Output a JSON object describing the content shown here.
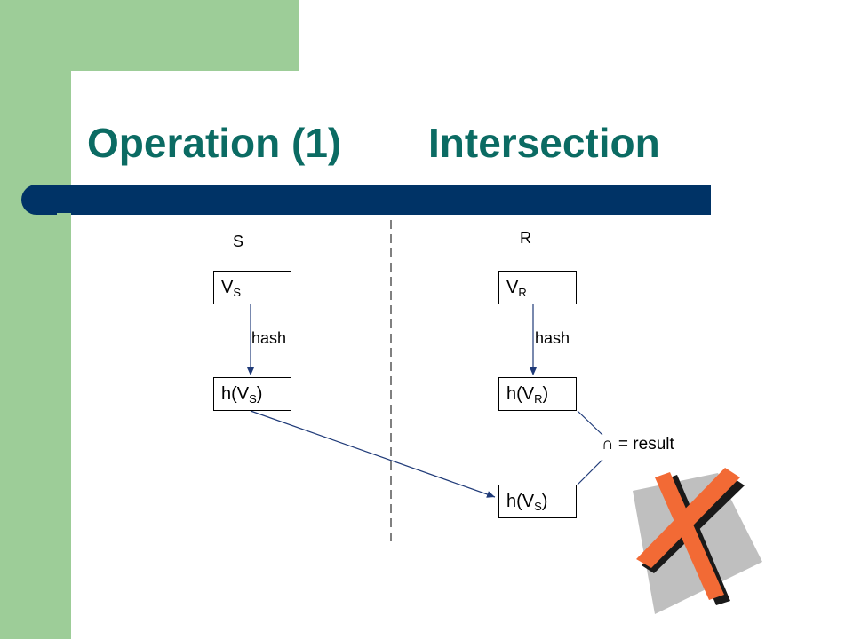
{
  "slide": {
    "title_left": "Operation (1)",
    "title_right": "Intersection"
  },
  "diagram": {
    "label_s": "S",
    "label_r": "R",
    "vs_box": {
      "main": "V",
      "sub": "S"
    },
    "vr_box": {
      "main": "V",
      "sub": "R"
    },
    "hash_left": "hash",
    "hash_right": "hash",
    "h_vs_left": {
      "prefix": "h(V",
      "sub": "S",
      "suffix": ")"
    },
    "h_vr": {
      "prefix": "h(V",
      "sub": "R",
      "suffix": ")"
    },
    "h_vs_right": {
      "prefix": "h(V",
      "sub": "S",
      "suffix": ")"
    },
    "intersect_label": "∩ = result"
  },
  "colors": {
    "title": "#0b6b63",
    "title_bar": "#003366",
    "side_strip": "#9dcd98",
    "x_orange": "#f26a35",
    "x_shadow": "#1a1a1a",
    "x_card": "#bfbfbf"
  },
  "icons": {
    "rejection": "red-x-cross-icon"
  }
}
